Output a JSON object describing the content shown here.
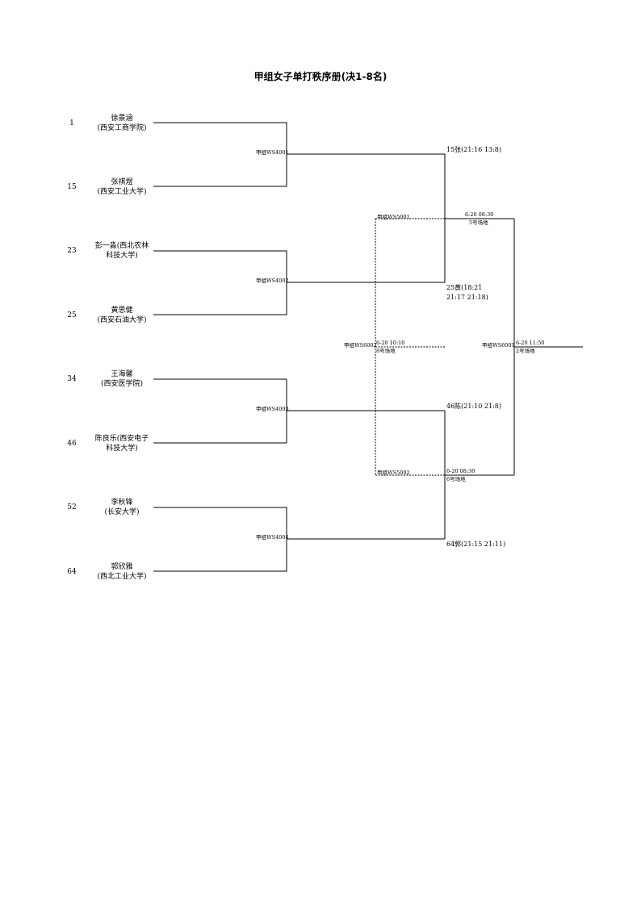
{
  "title": "甲组女子单打秩序册(决1-8名)",
  "players": [
    {
      "seed": "1",
      "line1": "徐景涵",
      "line2": "(西安工商学院)"
    },
    {
      "seed": "15",
      "line1": "张祺煜",
      "line2": "(西安工业大学)"
    },
    {
      "seed": "23",
      "line1": "彭一淼(西北农林",
      "line2": "科技大学)"
    },
    {
      "seed": "25",
      "line1": "黄思健",
      "line2": "(西安石油大学)"
    },
    {
      "seed": "34",
      "line1": "王海馨",
      "line2": "(西安医学院)"
    },
    {
      "seed": "46",
      "line1": "陈良乐(西安电子",
      "line2": "科技大学)"
    },
    {
      "seed": "52",
      "line1": "李秋锋",
      "line2": "(长安大学)"
    },
    {
      "seed": "64",
      "line1": "郭欣雅",
      "line2": "(西北工业大学)"
    }
  ],
  "round1": [
    {
      "code": "甲组WS4001"
    },
    {
      "code": "甲组WS4002"
    },
    {
      "code": "甲组WS4003"
    },
    {
      "code": "甲组WS4004"
    }
  ],
  "round1_results": [
    {
      "line1": "15张(21:16 13:8)",
      "line2": ""
    },
    {
      "line1": "25黄(18:21",
      "line2": "21:17 21:18)"
    },
    {
      "line1": "46陈(21:10 21:8)",
      "line2": ""
    },
    {
      "line1": "64郭(21:15 21:11)",
      "line2": ""
    }
  ],
  "semis": [
    {
      "code": "甲组WS5001",
      "time": "6-20 08:30",
      "venue": "5号场地"
    },
    {
      "code": "甲组WS5002",
      "time": "6-20 08:30",
      "venue": "6号场地"
    }
  ],
  "playoff": {
    "code": "甲组WS6002",
    "time": "6-20 10:10",
    "venue": "8号场地"
  },
  "final": {
    "code": "甲组WS6001",
    "time": "6-20 11:50",
    "venue": "2号场地"
  }
}
